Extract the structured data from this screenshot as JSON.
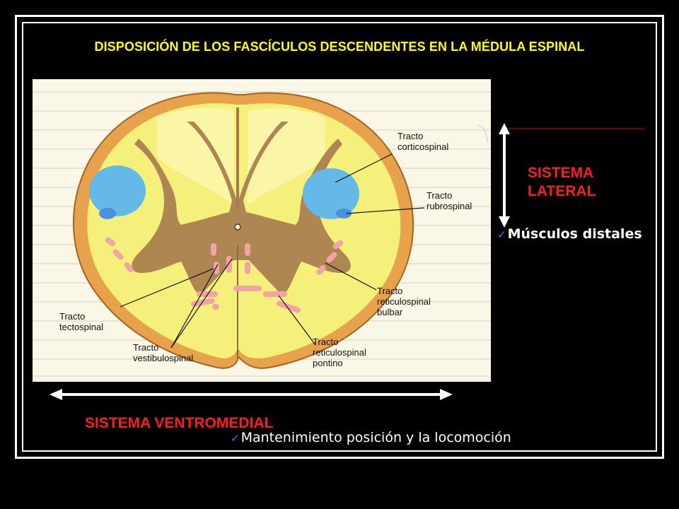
{
  "title": "DISPOSICIÓN DE LOS FASCÍCULOS DESCENDENTES EN LA MÉDULA ESPINAL",
  "figure": {
    "labels": {
      "corticospinal": [
        "Tracto",
        "corticospinal"
      ],
      "rubrospinal": [
        "Tracto",
        "rubrospinal"
      ],
      "reticulospinal_bulbar": [
        "Tracto",
        "reticulospinal",
        "bulbar"
      ],
      "tectospinal": [
        "Tracto",
        "tectospinal"
      ],
      "vestibulospinal": [
        "Tracto",
        "vestibulospinal"
      ],
      "reticulospinal_pontino": [
        "Tracto",
        "reticulospinal",
        "pontino"
      ]
    },
    "colors": {
      "white_matter": "#f5f07a",
      "grey_matter": "#a57a4e",
      "blue_tract": "#64b9e8",
      "pink_tract": "#f2a3a6"
    }
  },
  "lateral": {
    "label_line1": "SISTEMA",
    "label_line2": "LATERAL",
    "note": "Músculos distales"
  },
  "ventromedial": {
    "label": "SISTEMA VENTROMEDIAL",
    "note": "Mantenimiento posición y la locomoción"
  },
  "accent_colors": {
    "title": "#ffff00",
    "system_label": "#ff1c1c",
    "check": "#3a7bff"
  }
}
